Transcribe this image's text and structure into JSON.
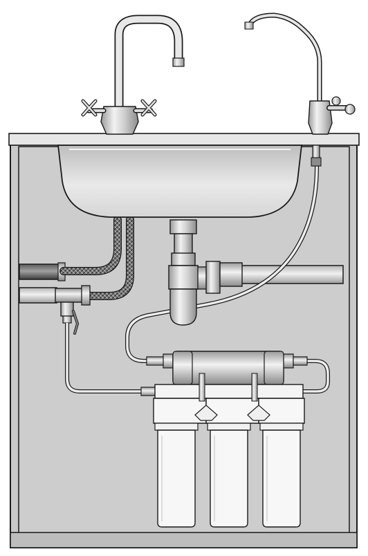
{
  "diagram": {
    "kind": "under-sink reverse-osmosis / multi-stage water filter installation",
    "components": [
      "kitchen-mixer-faucet",
      "filtered-water-faucet",
      "countertop",
      "sink-bowl",
      "cabinet",
      "braided-flex-hoses",
      "cold-water-pipe",
      "hot-water-pipe",
      "feed-water-tee-valve",
      "drain-siphon",
      "drain-pipe",
      "post-filter-cartridge",
      "filter-housings",
      "supply-tubing",
      "product-tubing"
    ],
    "colors": {
      "cabinet_fill": "#c9c9c9",
      "outline": "#1a1a1a",
      "chrome": "#e4e4e4",
      "housing": "#f7f7f7",
      "braid": "#6b6b6b"
    },
    "housing_count": 3
  }
}
